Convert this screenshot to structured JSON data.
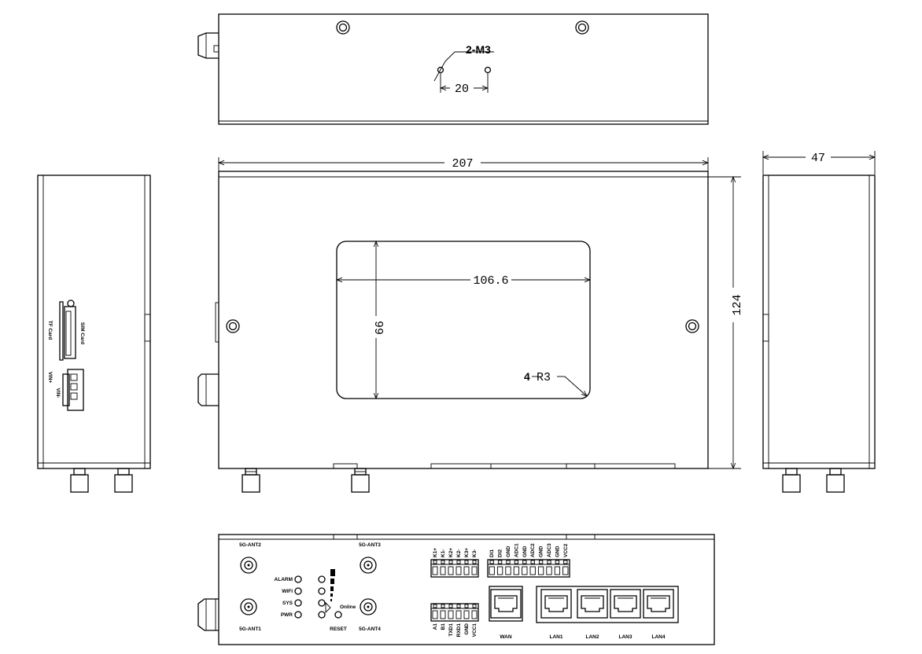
{
  "dimensions": {
    "width": "207",
    "height": "124",
    "depth": "47",
    "window_width": "106.6",
    "window_height": "66",
    "corner_radius_count": "4",
    "corner_radius": "R3",
    "hole_spec": "2-M3",
    "hole_spacing": "20"
  },
  "side_left": {
    "tf_card": "TF Card",
    "sim_card": "SIM Card",
    "vin_plus": "VIN+",
    "vin_minus": "VIN-"
  },
  "front_panel": {
    "antennas": [
      "5G-ANT2",
      "5G-ANT1",
      "5G-ANT3",
      "5G-ANT4"
    ],
    "leds": [
      "ALARM",
      "WIFI",
      "SYS",
      "PWR"
    ],
    "online": "Online",
    "reset": "RESET",
    "terminals_top_left": [
      "K1+",
      "K1-",
      "K2+",
      "K2-",
      "K3+",
      "K3-"
    ],
    "terminals_top_right": [
      "DI1",
      "DI2",
      "GND",
      "ADC1",
      "GND",
      "ADC2",
      "GND",
      "ADC3",
      "GND",
      "VCC2"
    ],
    "terminals_bottom": [
      "A1",
      "B1",
      "TXD1",
      "RXD1",
      "GND",
      "VCC1"
    ],
    "ports": [
      "WAN",
      "LAN1",
      "LAN2",
      "LAN3",
      "LAN4"
    ]
  }
}
